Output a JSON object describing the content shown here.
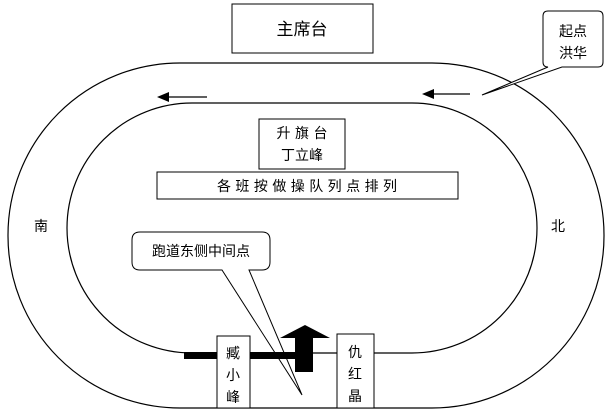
{
  "stage_label": "主席台",
  "start_callout": {
    "line1": "起点",
    "line2": "洪华"
  },
  "flag_platform": {
    "line1": "升 旗 台",
    "line2": "丁立峰"
  },
  "class_lineup_label": "各 班 按 做 操 队 列 点 排 列",
  "south_label": "南",
  "north_label": "北",
  "midpoint_callout": "跑道东侧中间点",
  "person_left": {
    "chars": [
      "臧",
      "小",
      "峰"
    ]
  },
  "person_right": {
    "chars": [
      "仇",
      "红",
      "晶"
    ]
  }
}
